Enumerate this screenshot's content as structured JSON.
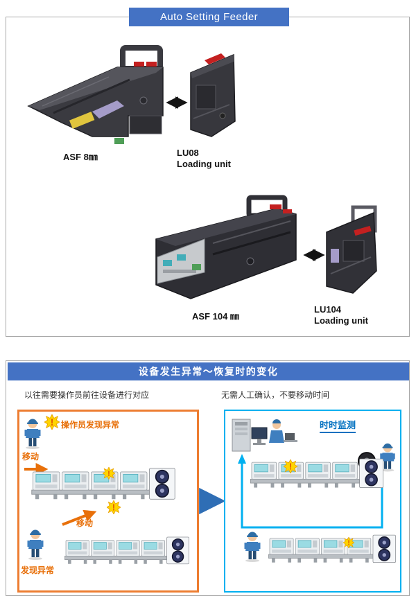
{
  "colors": {
    "header_blue": "#4472C4",
    "orange": "#ED7D31",
    "cyan": "#00B0F0",
    "label_orange": "#E8700A",
    "monitor_blue": "#0070C0",
    "arrow_blue": "#2F6EB5",
    "warning_yellow": "#FFD400"
  },
  "icons": {
    "double_arrow": "◀▶",
    "flow_arrow": "▶",
    "warning_glyph": "!"
  },
  "top_panel": {
    "title": "Auto Setting Feeder",
    "pairs": [
      {
        "feeder_label": "ASF 8㎜",
        "unit_name": "LU08",
        "unit_type": "Loading unit"
      },
      {
        "feeder_label": "ASF 104 ㎜",
        "unit_name": "LU104",
        "unit_type": "Loading unit"
      }
    ]
  },
  "bottom_panel": {
    "title": "设备发生异常～恢复时的变化",
    "before": {
      "heading": "以往需要操作员前往设备进行对应",
      "labels": {
        "operator_found": "操作员发现异常",
        "move_1": "移动",
        "move_2": "移动",
        "found_abnormal": "发现异常"
      }
    },
    "after": {
      "heading": "无需人工确认，不要移动时间",
      "labels": {
        "monitoring": "时时监测"
      }
    }
  }
}
